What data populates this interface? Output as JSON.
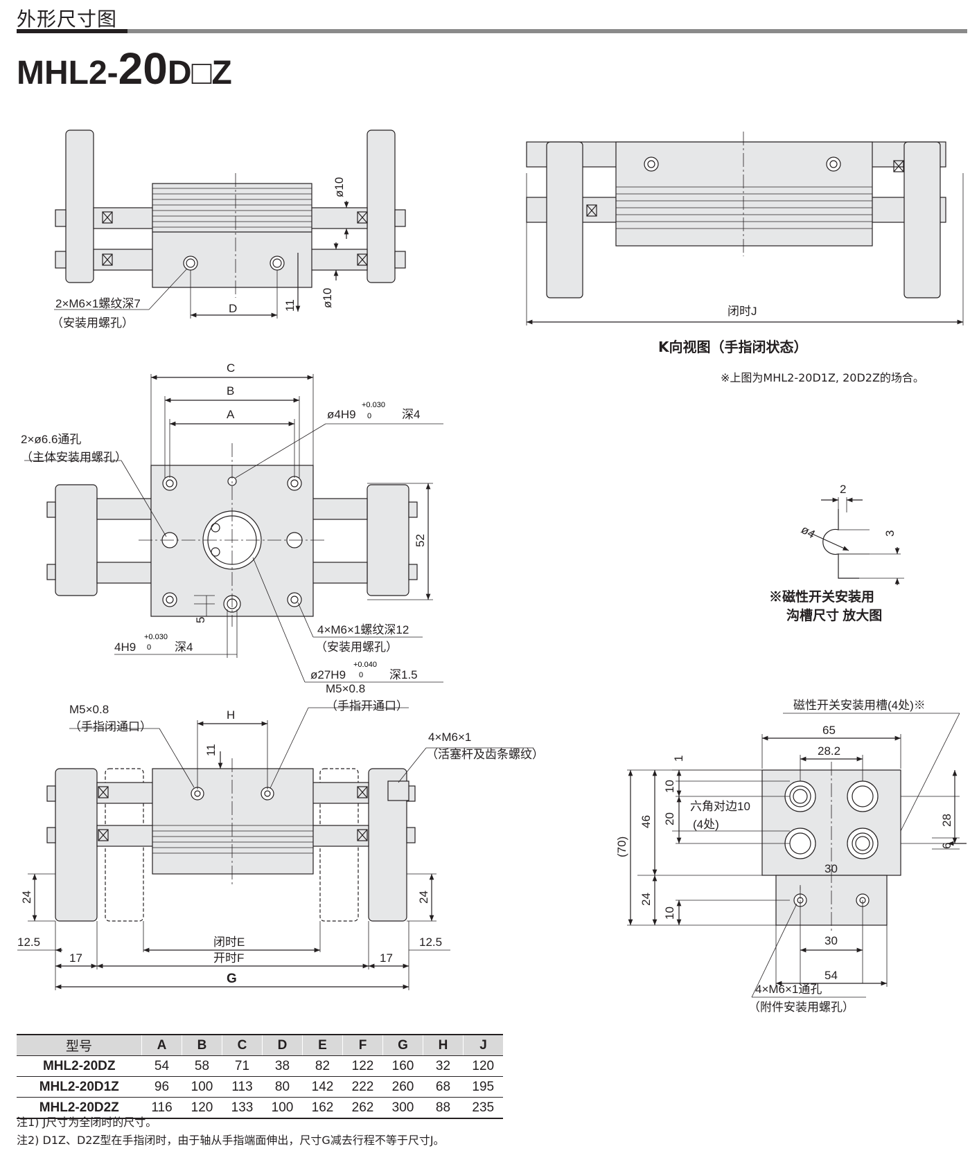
{
  "header": {
    "section_title": "外形尺寸图",
    "model_prefix": "MHL2-",
    "model_size": "20",
    "model_suffix": "D□Z"
  },
  "view1": {
    "tap_note": "2×M6×1螺纹深7",
    "tap_sub": "（安装用螺孔）",
    "dim_D": "D",
    "dim_11": "11",
    "dim_phi10_a": "ø10",
    "dim_phi10_b": "ø10"
  },
  "view_k": {
    "dim_J": "闭时J",
    "caption": "K向视图（手指闭状态）",
    "note": "※上图为MHL2-20D1Z, 20D2Z的场合。"
  },
  "view2": {
    "dim_C": "C",
    "dim_B": "B",
    "dim_A": "A",
    "hole_note": "2×ø6.6通孔",
    "hole_sub": "（主体安装用螺孔）",
    "pin_note": "ø4H9",
    "pin_tol_up": "+0.030",
    "pin_tol_dn": "0",
    "pin_depth": "深4",
    "dim_52": "52",
    "dim_5": "5",
    "slot_note": "4H9",
    "slot_tol_up": "+0.030",
    "slot_tol_dn": "0",
    "slot_depth": "深4",
    "tap_note": "4×M6×1螺纹深12",
    "tap_sub": "（安装用螺孔）",
    "bore_note": "ø27H9",
    "bore_tol_up": "+0.040",
    "bore_tol_dn": "0",
    "bore_depth": "深1.5"
  },
  "groove": {
    "dim_2": "2",
    "dim_3": "3",
    "dim_phi4": "ø4",
    "title_l1": "※磁性开关安装用",
    "title_l2": "沟槽尺寸  放大图"
  },
  "view3": {
    "port_close": "M5×0.8",
    "port_close_sub": "（手指闭通口）",
    "port_open": "M5×0.8",
    "port_open_sub": "（手指开通口）",
    "dim_H": "H",
    "dim_11": "11",
    "piston_note": "4×M6×1",
    "piston_sub": "（活塞杆及齿条螺纹）",
    "dim_24_l": "24",
    "dim_24_r": "24",
    "dim_125_l": "12.5",
    "dim_125_r": "12.5",
    "dim_17_l": "17",
    "dim_17_r": "17",
    "dim_E": "闭时E",
    "dim_F": "开时F",
    "dim_G": "G"
  },
  "view4": {
    "slot_note": "磁性开关安装用槽(4处)※",
    "dim_65": "65",
    "dim_282": "28.2",
    "dim_1": "1",
    "dim_10a": "10",
    "dim_20": "20",
    "dim_46": "46",
    "dim_70": "(70)",
    "dim_24": "24",
    "dim_10b": "10",
    "dim_28": "28",
    "dim_6": "6",
    "hex_note": "六角对边10",
    "hex_sub": "(4处)",
    "dim_30a": "30",
    "dim_30b": "30",
    "dim_54": "54",
    "tap_note": "4×M6×1通孔",
    "tap_sub": "（附件安装用螺孔）"
  },
  "table": {
    "header_model": "型号",
    "columns": [
      "A",
      "B",
      "C",
      "D",
      "E",
      "F",
      "G",
      "H",
      "J"
    ],
    "rows": [
      {
        "model": "MHL2-20DZ",
        "values": [
          "54",
          "58",
          "71",
          "38",
          "82",
          "122",
          "160",
          "32",
          "120"
        ]
      },
      {
        "model": "MHL2-20D1Z",
        "values": [
          "96",
          "100",
          "113",
          "80",
          "142",
          "222",
          "260",
          "68",
          "195"
        ]
      },
      {
        "model": "MHL2-20D2Z",
        "values": [
          "116",
          "120",
          "133",
          "100",
          "162",
          "262",
          "300",
          "88",
          "235"
        ]
      }
    ]
  },
  "notes": {
    "note1": "注1) J尺寸为全闭时的尺寸。",
    "note2": "注2) D1Z、D2Z型在手指闭时，由于轴从手指端面伸出，尺寸G减去行程不等于尺寸J。"
  }
}
